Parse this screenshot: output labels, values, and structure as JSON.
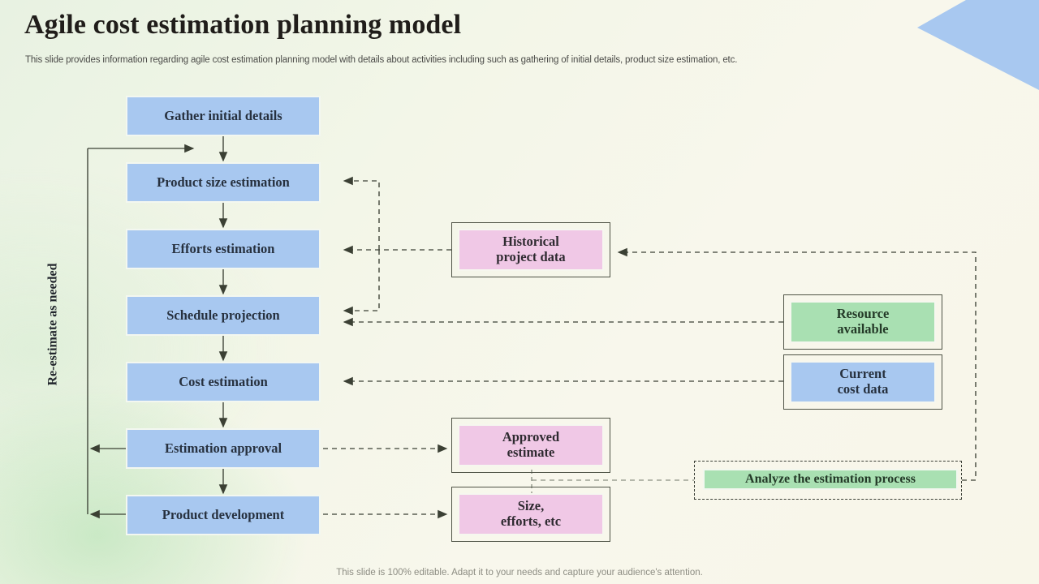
{
  "slide": {
    "title": "Agile cost estimation planning model",
    "subtitle": "This slide provides information regarding agile cost estimation planning model with details about activities including such as gathering of initial details, product size estimation, etc.",
    "footer": "This slide is 100% editable. Adapt it to your needs and capture your audience's attention."
  },
  "colors": {
    "blue_fill": "#a8c8f0",
    "pink_fill": "#f0c8e6",
    "green_fill": "#a9e0b2",
    "frame_stroke": "#4f5346",
    "wire": "#3b4034",
    "background_start": "#e8f2e2",
    "background_end": "#f8f6e9",
    "decorative_chevron": "#a8c8f0"
  },
  "flow": {
    "loop_label": "Re-estimate as needed",
    "steps": [
      {
        "id": "gather",
        "label": "Gather initial details"
      },
      {
        "id": "size",
        "label": "Product size estimation"
      },
      {
        "id": "efforts",
        "label": "Efforts estimation"
      },
      {
        "id": "schedule",
        "label": "Schedule projection"
      },
      {
        "id": "cost",
        "label": "Cost estimation"
      },
      {
        "id": "approval",
        "label": "Estimation approval"
      },
      {
        "id": "product",
        "label": "Product development"
      }
    ]
  },
  "inputs": [
    {
      "id": "historical",
      "label": "Historical\nproject data",
      "line1": "Historical",
      "line2": "project data",
      "fill": "pink"
    },
    {
      "id": "resource",
      "label": "Resource\navailable",
      "line1": "Resource",
      "line2": "available",
      "fill": "green"
    },
    {
      "id": "current",
      "label": "Current\ncost data",
      "line1": "Current",
      "line2": "cost data",
      "fill": "blue"
    }
  ],
  "outputs": [
    {
      "id": "approved",
      "label": "Approved\nestimate",
      "line1": "Approved",
      "line2": "estimate",
      "fill": "pink"
    },
    {
      "id": "size_eff",
      "label": "Size,\nefforts, etc",
      "line1": "Size,",
      "line2": "efforts, etc",
      "fill": "pink"
    }
  ],
  "analyze": {
    "label": "Analyze the estimation process",
    "fill": "green"
  },
  "icons": {
    "chevron": "chevron-left-decoration-icon"
  }
}
